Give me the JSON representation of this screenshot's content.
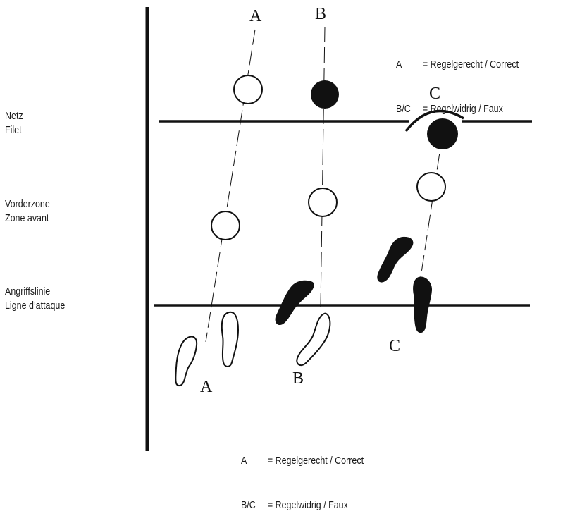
{
  "side_labels": {
    "net": [
      "Netz",
      "Filet"
    ],
    "front_zone": [
      "Vorderzone",
      "Zone avant"
    ],
    "attack_line": [
      "Angriffslinie",
      "Ligne d’attaque"
    ]
  },
  "trajectories": {
    "top": [
      "A",
      "B",
      "C"
    ],
    "bottom": [
      "A",
      "B",
      "C"
    ]
  },
  "legend": [
    {
      "key": "A",
      "text": "= Regelgerecht / Correct"
    },
    {
      "key": "B/C",
      "text": "= Regelwidrig / Faux"
    }
  ],
  "colors": {
    "ink": "#111111",
    "background": "#ffffff"
  }
}
